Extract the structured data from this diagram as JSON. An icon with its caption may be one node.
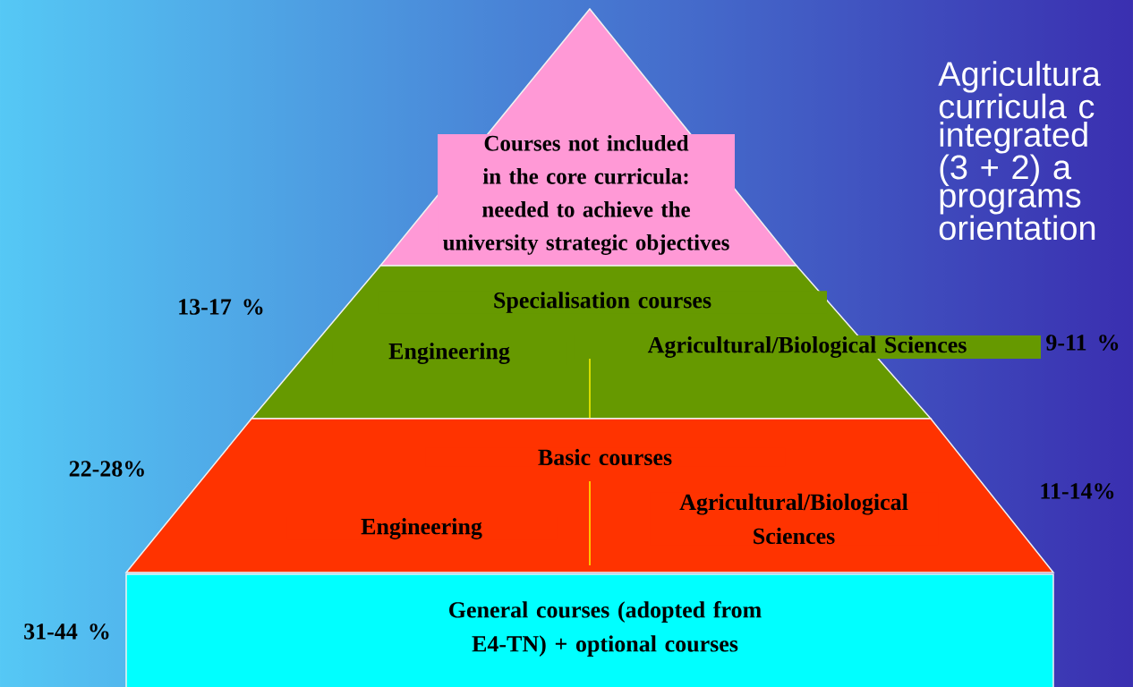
{
  "diagram": {
    "nodes": [
      {
        "text": [
          "Courses not included in the core curricula: needed to achieve the university strategic objectives"
        ]
      },
      {
        "text": [
          "Specialisation courses",
          "Engineering",
          "Agricultural/Biological Sciences"
        ]
      },
      {
        "text": [
          "Basic courses",
          "Engineering",
          "Agricultural/Biological Sciences"
        ]
      },
      {
        "text": [
          "General courses (adopted from E4-TN) + optional courses"
        ]
      }
    ],
    "labels": [
      "Agricultura curricula c integrated (3 + 2) a programs orientation",
      "13-17 %",
      "9-11 %",
      "22-28%",
      "11-14%",
      "31-44 %"
    ]
  }
}
